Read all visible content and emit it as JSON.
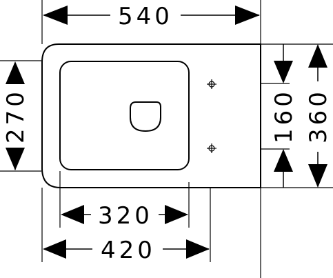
{
  "dimensions": {
    "width_total": "540",
    "height_total": "360",
    "height_left": "270",
    "hole_spacing": "160",
    "bowl_width": "320",
    "mount_width": "420"
  },
  "colors": {
    "stroke": "#000000",
    "background": "#ffffff"
  }
}
